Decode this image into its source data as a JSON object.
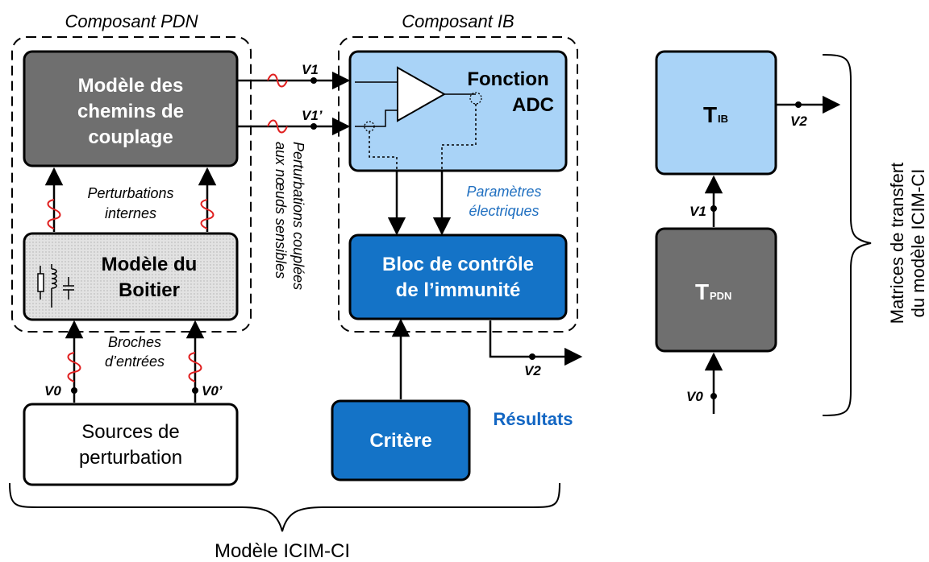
{
  "titles": {
    "pdn": "Composant PDN",
    "ib": "Composant IB"
  },
  "blocks": {
    "coupling": [
      "Modèle des",
      "chemins de",
      "couplage"
    ],
    "package": [
      "Modèle du",
      "Boitier"
    ],
    "adc": [
      "Fonction",
      "ADC"
    ],
    "control": [
      "Bloc de contrôle",
      "de l’immunité"
    ],
    "sources": [
      "Sources de",
      "perturbation"
    ],
    "criterion": "Critère",
    "tib_main": "T",
    "tib_sub": "IB",
    "tpdn_main": "T",
    "tpdn_sub": "PDN"
  },
  "labels": {
    "internal_perturbations": [
      "Perturbations",
      "internes"
    ],
    "input_pins": [
      "Broches",
      "d’entrées"
    ],
    "coupled_perturbations": [
      "Perturbations couplées",
      "aux nœuds sensibles"
    ],
    "electrical_params": [
      "Paramètres",
      "électriques"
    ],
    "results": "Résultats",
    "model_icim": "Modèle ICIM-CI",
    "transfer_matrices": [
      "Matrices de transfert",
      "du modèle ICIM-CI"
    ]
  },
  "signals": {
    "v0": "V0",
    "v0p": "V0’",
    "v1": "V1",
    "v1p": "V1’",
    "v2": "V2"
  },
  "colors": {
    "dark_gray": "#6f6f6f",
    "light_blue": "#a9d3f7",
    "mid_blue": "#1473c7",
    "light_gray": "#d9d9d9",
    "red_wave": "#e02020",
    "results_blue": "#1266c3",
    "label_blue": "#1f6fc0"
  }
}
